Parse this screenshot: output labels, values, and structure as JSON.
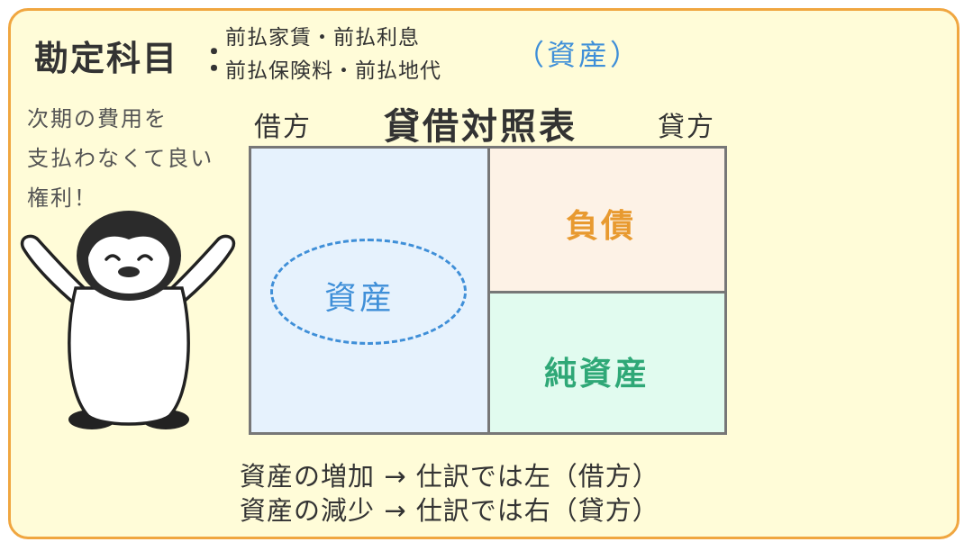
{
  "header": {
    "label": "勘定科目",
    "colon": "：",
    "accounts_line1": "前払家賃・前払利息",
    "accounts_line2": "前払保険料・前払地代",
    "category": "（資産）"
  },
  "note": {
    "line1": "次期の費用を",
    "line2": "支払わなくて良い",
    "line3": "権利！"
  },
  "balance_sheet": {
    "title": "貸借対照表",
    "debit_label": "借方",
    "credit_label": "貸方",
    "assets": "資産",
    "liabilities": "負債",
    "net_assets": "純資産"
  },
  "rules": {
    "increase": "資産の増加 → 仕訳では左（借方）",
    "decrease": "資産の減少 → 仕訳では右（貸方）"
  },
  "colors": {
    "frame": "#f0a640",
    "background": "#fffcd8",
    "assets": "#3f8fd8",
    "liabilities": "#e89a30",
    "net_assets": "#2fa877"
  }
}
